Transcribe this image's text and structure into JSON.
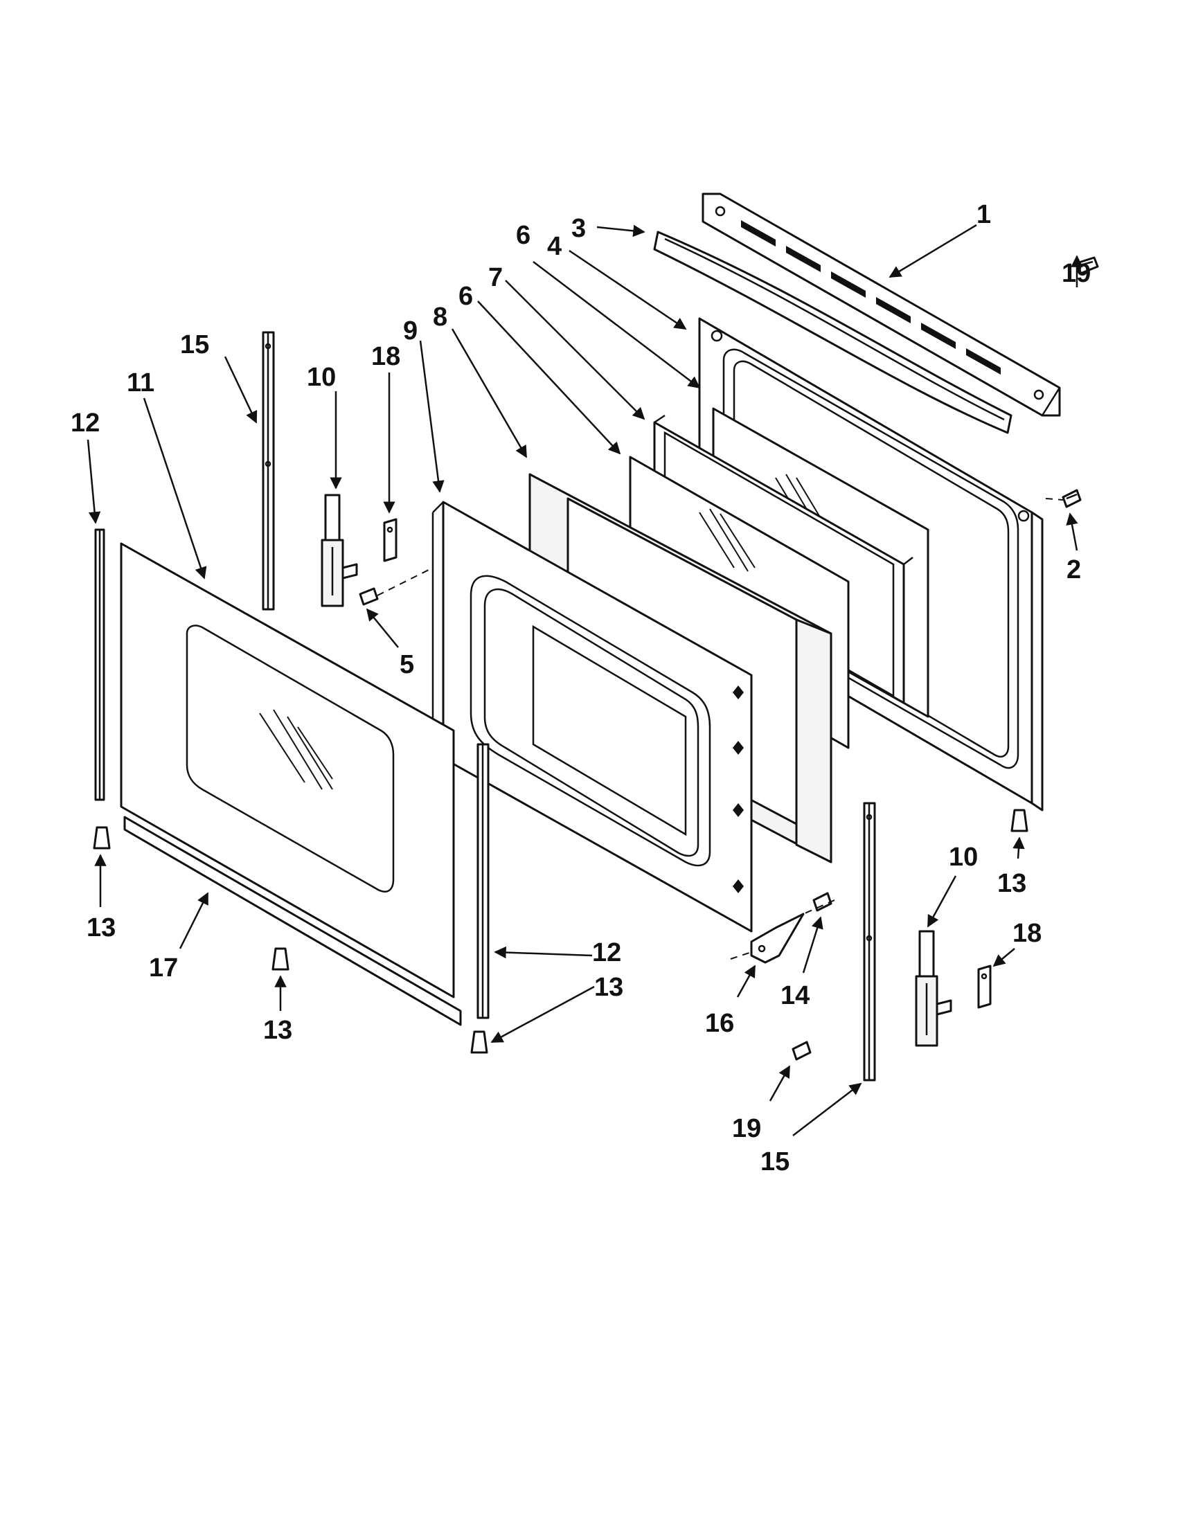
{
  "diagram": {
    "callouts": [
      {
        "id": "c1",
        "label": "1"
      },
      {
        "id": "c2",
        "label": "2"
      },
      {
        "id": "c3",
        "label": "3"
      },
      {
        "id": "c4",
        "label": "4"
      },
      {
        "id": "c5",
        "label": "5"
      },
      {
        "id": "c6a",
        "label": "6"
      },
      {
        "id": "c6b",
        "label": "6"
      },
      {
        "id": "c7",
        "label": "7"
      },
      {
        "id": "c8",
        "label": "8"
      },
      {
        "id": "c9",
        "label": "9"
      },
      {
        "id": "c10a",
        "label": "10"
      },
      {
        "id": "c10b",
        "label": "10"
      },
      {
        "id": "c11",
        "label": "11"
      },
      {
        "id": "c12a",
        "label": "12"
      },
      {
        "id": "c12b",
        "label": "12"
      },
      {
        "id": "c13a",
        "label": "13"
      },
      {
        "id": "c13b",
        "label": "13"
      },
      {
        "id": "c13c",
        "label": "13"
      },
      {
        "id": "c13d",
        "label": "13"
      },
      {
        "id": "c14",
        "label": "14"
      },
      {
        "id": "c15a",
        "label": "15"
      },
      {
        "id": "c15b",
        "label": "15"
      },
      {
        "id": "c16",
        "label": "16"
      },
      {
        "id": "c17",
        "label": "17"
      },
      {
        "id": "c18a",
        "label": "18"
      },
      {
        "id": "c18b",
        "label": "18"
      },
      {
        "id": "c19a",
        "label": "19"
      },
      {
        "id": "c19b",
        "label": "19"
      }
    ]
  }
}
